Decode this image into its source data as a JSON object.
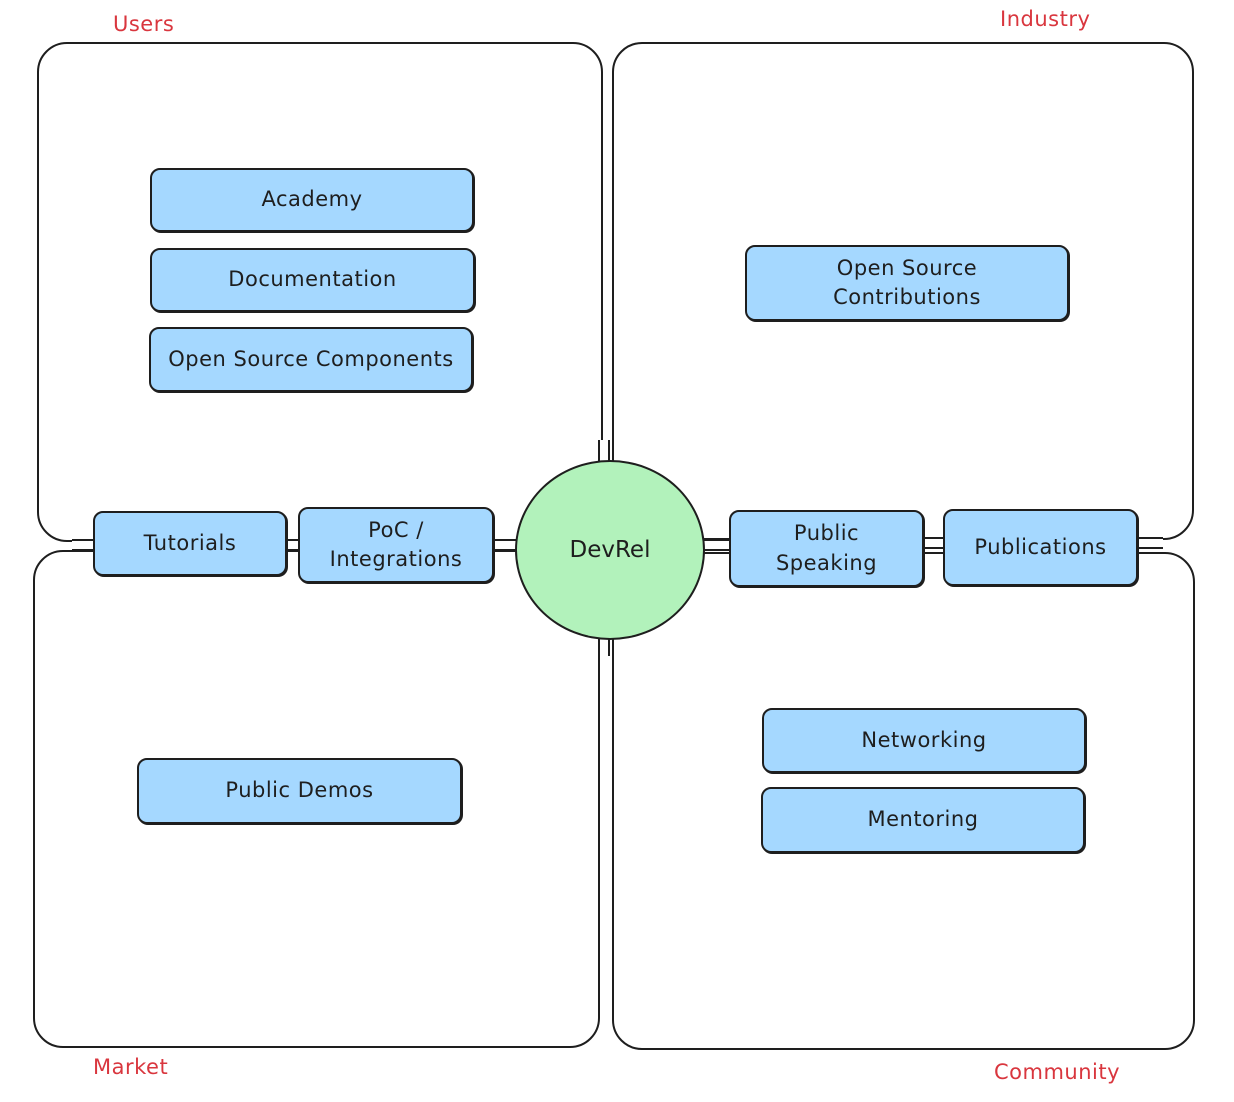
{
  "diagram": {
    "center": {
      "label": "DevRel",
      "color": "#b2f2bb"
    },
    "node_color": "#a5d8ff",
    "label_color": "#d9363e",
    "quadrants": {
      "users": {
        "label": "Users",
        "items": [
          "Academy",
          "Documentation",
          "Open Source Components"
        ]
      },
      "industry": {
        "label": "Industry",
        "items": [
          "Open Source Contributions"
        ]
      },
      "market": {
        "label": "Market",
        "items": [
          "Public Demos"
        ]
      },
      "community": {
        "label": "Community",
        "items": [
          "Networking",
          "Mentoring"
        ]
      }
    },
    "axis_left": [
      "Tutorials",
      "PoC / Integrations"
    ],
    "axis_right": [
      "Public Speaking",
      "Publications"
    ]
  }
}
